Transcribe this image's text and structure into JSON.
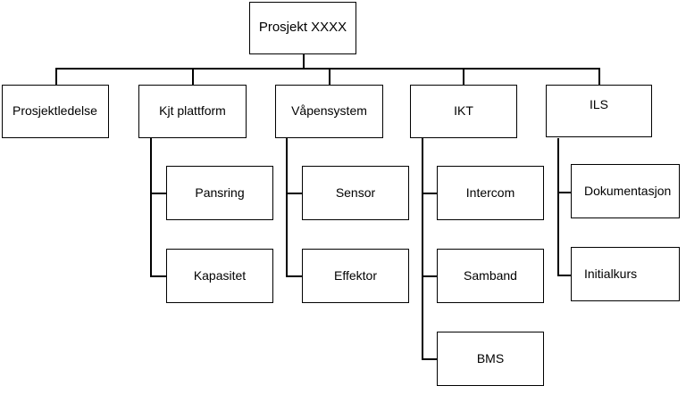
{
  "diagram": {
    "root": {
      "label": "Prosjekt XXXX"
    },
    "branches": [
      {
        "label": "Prosjektledelse",
        "children": []
      },
      {
        "label": "Kjt plattform",
        "children": [
          {
            "label": "Pansring"
          },
          {
            "label": "Kapasitet"
          }
        ]
      },
      {
        "label": "Våpensystem",
        "children": [
          {
            "label": "Sensor"
          },
          {
            "label": "Effektor"
          }
        ]
      },
      {
        "label": "IKT",
        "children": [
          {
            "label": "Intercom"
          },
          {
            "label": "Samband"
          },
          {
            "label": "BMS"
          }
        ]
      },
      {
        "label": "ILS",
        "children": [
          {
            "label": "Dokumentasjon"
          },
          {
            "label": "Initialkurs"
          }
        ]
      }
    ],
    "colors": {
      "stroke": "#000000",
      "fill": "#ffffff",
      "text": "#000000"
    }
  }
}
